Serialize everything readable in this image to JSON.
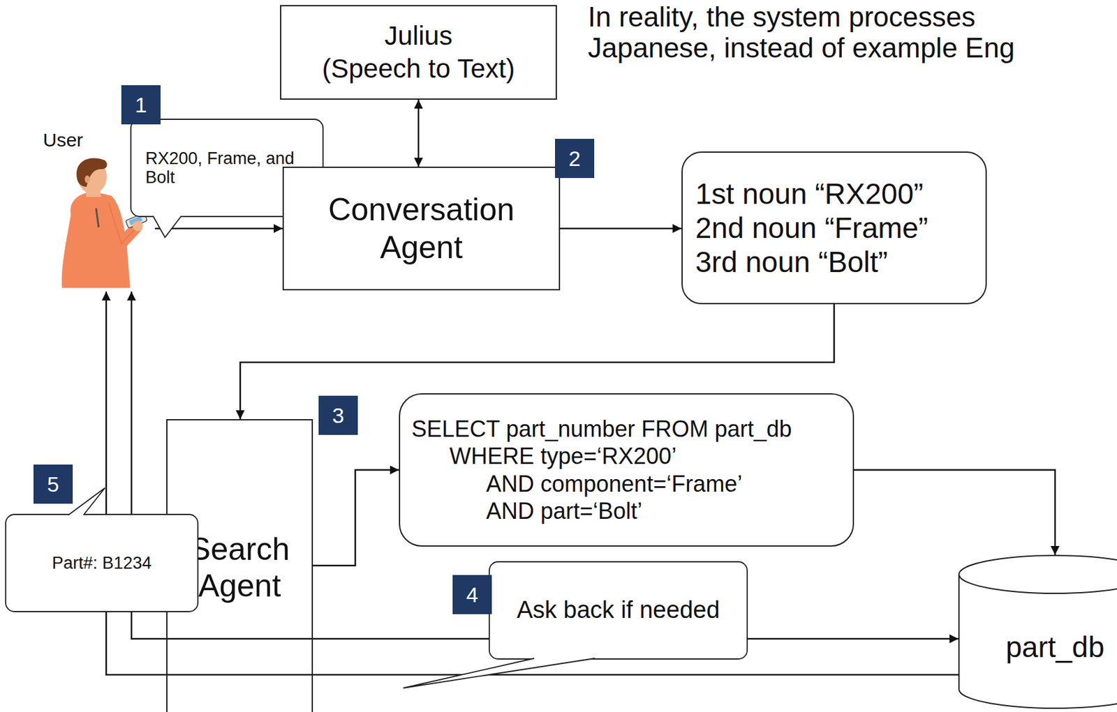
{
  "diagram": {
    "nodes": [
      {
        "text": [
          "Julius",
          "(Speech to Text)"
        ]
      },
      {
        "text": [
          "User"
        ]
      },
      {
        "text": [
          "RX200, Frame, and Bolt"
        ]
      },
      {
        "text": [
          "Conversation Agent"
        ]
      },
      {
        "text": [
          "1st noun “RX200”",
          "2nd noun “Frame”",
          "3rd noun “Bolt”"
        ]
      },
      {
        "text": [
          "Search Agent"
        ]
      },
      {
        "text": [
          "SELECT part_number FROM part_db",
          "WHERE type=‘RX200’",
          "AND component=‘Frame’",
          "AND part=‘Bolt’"
        ]
      },
      {
        "text": [
          "Part#: B1234"
        ]
      },
      {
        "text": [
          "Ask back if needed"
        ]
      },
      {
        "text": [
          "part_db"
        ]
      }
    ],
    "edges": [
      {
        "from": 1,
        "to": 3,
        "arrow": "to"
      },
      {
        "from": 0,
        "to": 3,
        "arrow": "both"
      },
      {
        "from": 3,
        "to": 4,
        "arrow": "to"
      },
      {
        "from": 4,
        "to": 5,
        "arrow": "to"
      },
      {
        "from": 5,
        "to": 6,
        "arrow": "to"
      },
      {
        "from": 6,
        "to": 9,
        "arrow": "to"
      },
      {
        "from": 1,
        "to": 9,
        "arrow": "both"
      },
      {
        "from": 9,
        "to": 1,
        "arrow": "to"
      }
    ],
    "labels": [
      "In reality, the system processes Japanese, instead of example Eng",
      "1",
      "2",
      "3",
      "4",
      "5"
    ]
  }
}
